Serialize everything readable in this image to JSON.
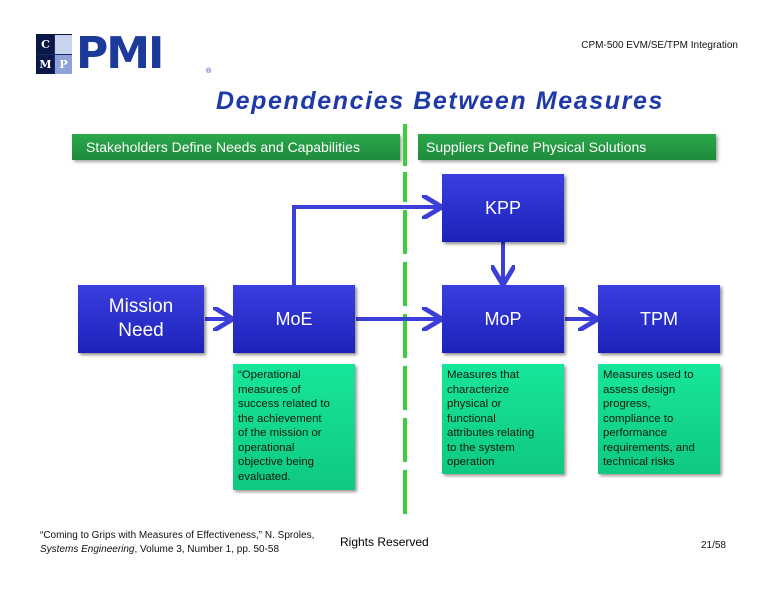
{
  "logo": {
    "cpm_letters": [
      "C",
      "P",
      "M",
      ""
    ],
    "pmi_text": "PMI",
    "registered": "®"
  },
  "header_tag": "CPM-500 EVM/SE/TPM Integration",
  "title": "Dependencies Between Measures",
  "bars": {
    "left": "Stakeholders Define Needs and Capabilities",
    "right": "Suppliers Define Physical Solutions"
  },
  "boxes": {
    "kpp": "KPP",
    "mission_line1": "Mission",
    "mission_line2": "Need",
    "moe": "MoE",
    "mop": "MoP",
    "tpm": "TPM"
  },
  "descriptions": {
    "moe": [
      "“Operational",
      "measures of",
      "success related to",
      "the  achievement",
      "of the mission or",
      "operational",
      "objective being",
      "evaluated."
    ],
    "mop": [
      "Measures that",
      "characterize",
      "physical or",
      "functional",
      "attributes relating",
      "to the system",
      "operation"
    ],
    "tpm": [
      "Measures used to",
      "assess design",
      "progress,",
      "compliance to",
      "performance",
      "requirements,  and",
      "technical risks"
    ]
  },
  "citation": {
    "line1": "“Coming to Grips with Measures of Effectiveness,” N. Sproles,",
    "journal": "Systems Engineering",
    "line2_rest": ", Volume 3, Number 1, pp. 50-58"
  },
  "rights": "Rights Reserved",
  "page_number": "21/58",
  "colors": {
    "title": "#1f3aa8",
    "bar_green": "#22993f",
    "box_blue": "#2a2fd0",
    "desc_teal": "#14dc8e",
    "arrow_blue": "#3b3fd8",
    "divider_green": "#3ccf3c"
  }
}
